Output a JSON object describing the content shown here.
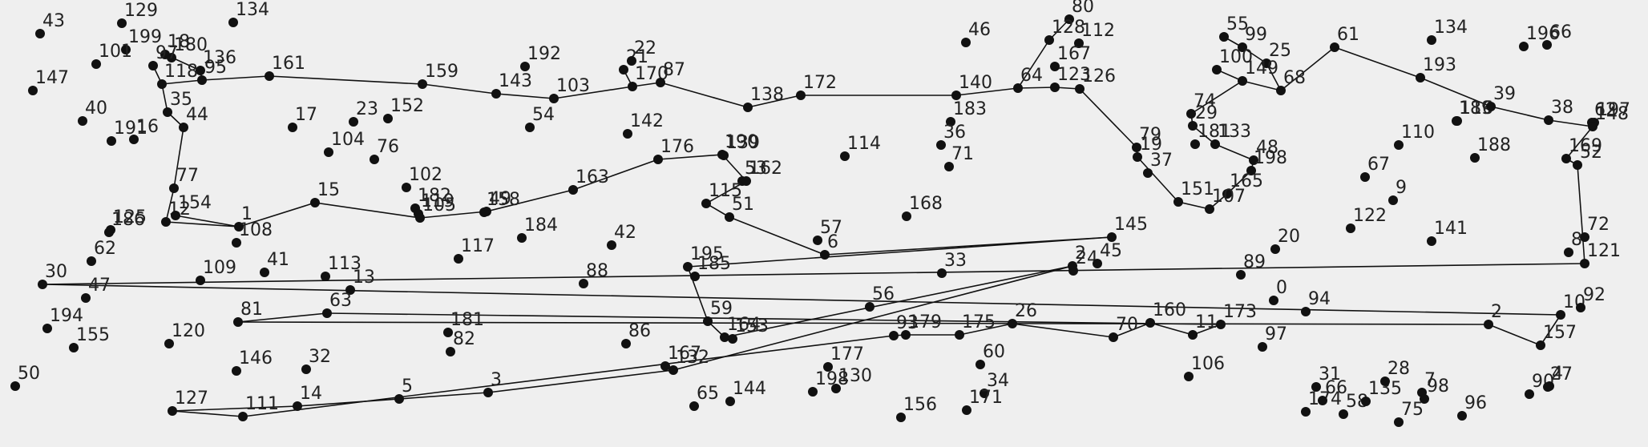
{
  "points": [
    {
      "label": "43"
    },
    {
      "label": "129"
    },
    {
      "label": "134"
    },
    {
      "label": "199"
    },
    {
      "label": "101"
    },
    {
      "label": "147"
    },
    {
      "label": "18"
    },
    {
      "label": "180"
    },
    {
      "label": "97"
    },
    {
      "label": "136"
    },
    {
      "label": "118"
    },
    {
      "label": "95"
    },
    {
      "label": "161"
    },
    {
      "label": "159"
    },
    {
      "label": "192"
    },
    {
      "label": "143"
    },
    {
      "label": "103"
    },
    {
      "label": "21"
    },
    {
      "label": "22"
    },
    {
      "label": "170"
    },
    {
      "label": "87"
    },
    {
      "label": "138"
    },
    {
      "label": "172"
    },
    {
      "label": "46"
    },
    {
      "label": "80"
    },
    {
      "label": "128"
    },
    {
      "label": "112"
    },
    {
      "label": "167"
    },
    {
      "label": "140"
    },
    {
      "label": "64"
    },
    {
      "label": "123"
    },
    {
      "label": "126"
    },
    {
      "label": "55"
    },
    {
      "label": "99"
    },
    {
      "label": "100"
    },
    {
      "label": "25"
    },
    {
      "label": "149"
    },
    {
      "label": "68"
    },
    {
      "label": "61"
    },
    {
      "label": "134"
    },
    {
      "label": "196"
    },
    {
      "label": "66"
    },
    {
      "label": "193"
    },
    {
      "label": "116"
    },
    {
      "label": "189"
    },
    {
      "label": "39"
    },
    {
      "label": "38"
    },
    {
      "label": "197"
    },
    {
      "label": "62"
    },
    {
      "label": "148"
    },
    {
      "label": "40"
    },
    {
      "label": "35"
    },
    {
      "label": "44"
    },
    {
      "label": "191"
    },
    {
      "label": "16"
    },
    {
      "label": "17"
    },
    {
      "label": "23"
    },
    {
      "label": "152"
    },
    {
      "label": "104"
    },
    {
      "label": "76"
    },
    {
      "label": "54"
    },
    {
      "label": "142"
    },
    {
      "label": "183"
    },
    {
      "label": "36"
    },
    {
      "label": "71"
    },
    {
      "label": "114"
    },
    {
      "label": "176"
    },
    {
      "label": "190"
    },
    {
      "label": "139"
    },
    {
      "label": "53"
    },
    {
      "label": "162"
    },
    {
      "label": "74"
    },
    {
      "label": "29"
    },
    {
      "label": "181"
    },
    {
      "label": "133"
    },
    {
      "label": "79"
    },
    {
      "label": "19"
    },
    {
      "label": "37"
    },
    {
      "label": "48"
    },
    {
      "label": "198"
    },
    {
      "label": "165"
    },
    {
      "label": "110"
    },
    {
      "label": "188"
    },
    {
      "label": "169"
    },
    {
      "label": "52"
    },
    {
      "label": "77"
    },
    {
      "label": "12"
    },
    {
      "label": "154"
    },
    {
      "label": "186"
    },
    {
      "label": "125"
    },
    {
      "label": "1"
    },
    {
      "label": "108"
    },
    {
      "label": "15"
    },
    {
      "label": "102"
    },
    {
      "label": "182"
    },
    {
      "label": "119"
    },
    {
      "label": "105"
    },
    {
      "label": "49"
    },
    {
      "label": "158"
    },
    {
      "label": "163"
    },
    {
      "label": "115"
    },
    {
      "label": "51"
    },
    {
      "label": "168"
    },
    {
      "label": "151"
    },
    {
      "label": "107"
    },
    {
      "label": "67"
    },
    {
      "label": "9"
    },
    {
      "label": "122"
    },
    {
      "label": "184"
    },
    {
      "label": "42"
    },
    {
      "label": "117"
    },
    {
      "label": "57"
    },
    {
      "label": "6"
    },
    {
      "label": "145"
    },
    {
      "label": "141"
    },
    {
      "label": "72"
    },
    {
      "label": "8"
    },
    {
      "label": "121"
    },
    {
      "label": "30"
    },
    {
      "label": "62"
    },
    {
      "label": "109"
    },
    {
      "label": "41"
    },
    {
      "label": "113"
    },
    {
      "label": "24"
    },
    {
      "label": "13"
    },
    {
      "label": "195"
    },
    {
      "label": "185"
    },
    {
      "label": "88"
    },
    {
      "label": "33"
    },
    {
      "label": "2"
    },
    {
      "label": "45"
    },
    {
      "label": "20"
    },
    {
      "label": "89"
    },
    {
      "label": "47"
    },
    {
      "label": "63"
    },
    {
      "label": "81"
    },
    {
      "label": "56"
    },
    {
      "label": "0"
    },
    {
      "label": "94"
    },
    {
      "label": "59"
    },
    {
      "label": "194"
    },
    {
      "label": "155"
    },
    {
      "label": "120"
    },
    {
      "label": "181"
    },
    {
      "label": "82"
    },
    {
      "label": "86"
    },
    {
      "label": "164"
    },
    {
      "label": "153"
    },
    {
      "label": "93"
    },
    {
      "label": "179"
    },
    {
      "label": "175"
    },
    {
      "label": "26"
    },
    {
      "label": "70"
    },
    {
      "label": "160"
    },
    {
      "label": "11"
    },
    {
      "label": "173"
    },
    {
      "label": "2"
    },
    {
      "label": "10"
    },
    {
      "label": "92"
    },
    {
      "label": "157"
    },
    {
      "label": "97"
    },
    {
      "label": "146"
    },
    {
      "label": "32"
    },
    {
      "label": "111"
    },
    {
      "label": "167"
    },
    {
      "label": "132"
    },
    {
      "label": "177"
    },
    {
      "label": "60"
    },
    {
      "label": "106"
    },
    {
      "label": "50"
    },
    {
      "label": "5"
    },
    {
      "label": "3"
    },
    {
      "label": "14"
    },
    {
      "label": "127"
    },
    {
      "label": "65"
    },
    {
      "label": "144"
    },
    {
      "label": "198"
    },
    {
      "label": "130"
    },
    {
      "label": "34"
    },
    {
      "label": "171"
    },
    {
      "label": "156"
    },
    {
      "label": "31"
    },
    {
      "label": "174"
    },
    {
      "label": "66"
    },
    {
      "label": "58"
    },
    {
      "label": "135"
    },
    {
      "label": "28"
    },
    {
      "label": "7"
    },
    {
      "label": "98"
    },
    {
      "label": "75"
    },
    {
      "label": "96"
    },
    {
      "label": "90"
    },
    {
      "label": "27"
    },
    {
      "label": "4"
    }
  ]
}
